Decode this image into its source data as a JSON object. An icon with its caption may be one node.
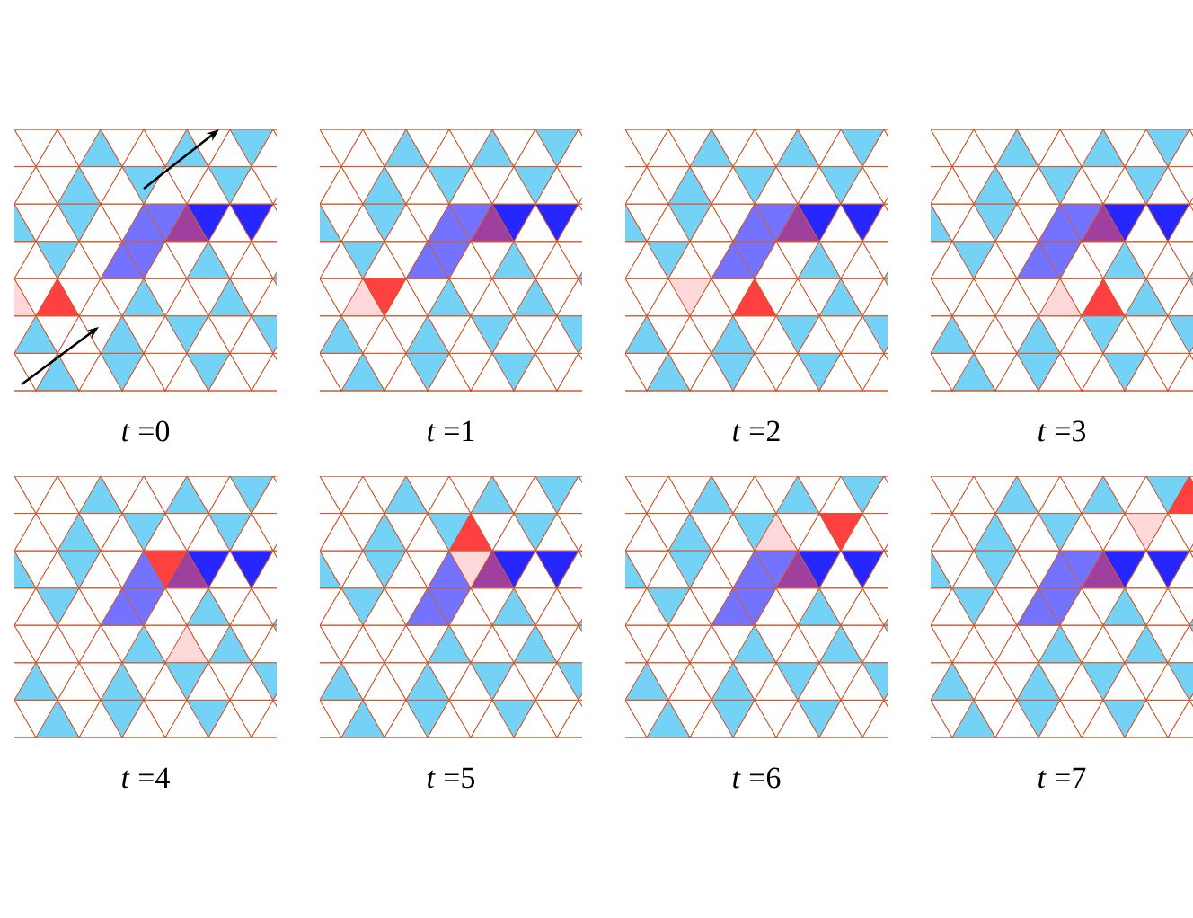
{
  "diagram": {
    "labels": [
      "*t* =0",
      "*t* =1",
      "*t* =2",
      "*t* =3",
      "*t* =4",
      "*t* =5",
      "*t* =6",
      "*t* =7"
    ]
  }
}
